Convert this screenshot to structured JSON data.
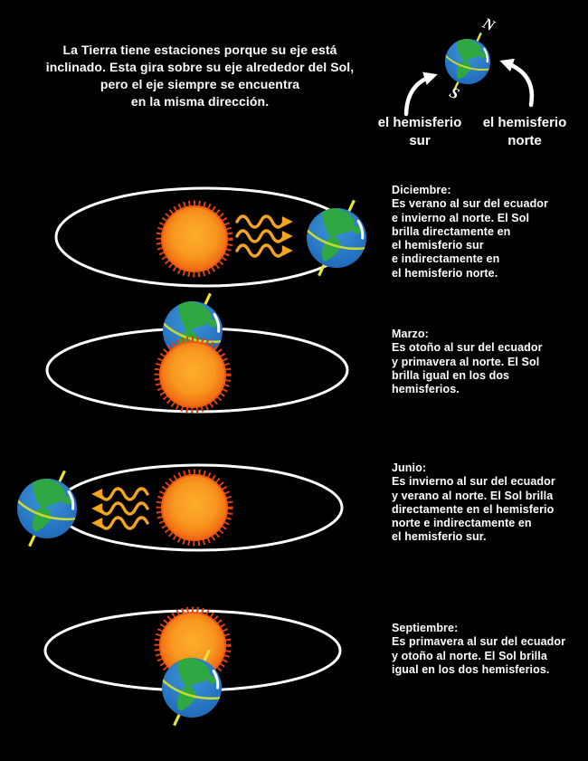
{
  "intro": {
    "lines": [
      "La Tierra tiene estaciones porque su eje está",
      "inclinado. Esta gira sobre su eje alrededor del Sol,",
      "pero el eje siempre se encuentra",
      "en la misma dirección."
    ]
  },
  "axis_key": {
    "north": "N",
    "south": "S",
    "south_caption": {
      "line1": "el hemisferio",
      "line2": "sur"
    },
    "north_caption": {
      "line1": "el hemisferio",
      "line2": "norte"
    }
  },
  "seasons": [
    {
      "month": "Diciembre:",
      "lines": [
        "Es verano al sur del ecuador",
        "e invierno al norte. El Sol",
        "brilla directamente en",
        "el hemisferio sur",
        "e indirectamente en",
        "el hemisferio norte."
      ]
    },
    {
      "month": "Marzo:",
      "lines": [
        "Es otoño al sur del ecuador",
        "y primavera al norte. El Sol",
        "brilla igual en los dos",
        "hemisferios."
      ]
    },
    {
      "month": "Junio:",
      "lines": [
        "Es invierno al sur del ecuador",
        "y verano al norte. El Sol brilla",
        "directamente en el hemisferio",
        "norte e indirectamente en",
        "el hemisferio sur."
      ]
    },
    {
      "month": "Septiembre:",
      "lines": [
        "Es primavera al sur del ecuador",
        "y otoño al norte. El Sol brilla",
        "igual en los dos hemisferios."
      ]
    }
  ],
  "colors": {
    "background": "#000000",
    "text": "#ffffff",
    "orbit_stroke": "#ffffff",
    "sun_center": "#fcae2c",
    "sun_edge": "#ef5a10",
    "sun_spikes": "#dd4109",
    "ray": "#f6a41d",
    "earth_ocean": "#1e6fc0",
    "earth_land": "#2fa844",
    "earth_axis": "#e8e13a",
    "earth_equator": "#c6d832"
  }
}
